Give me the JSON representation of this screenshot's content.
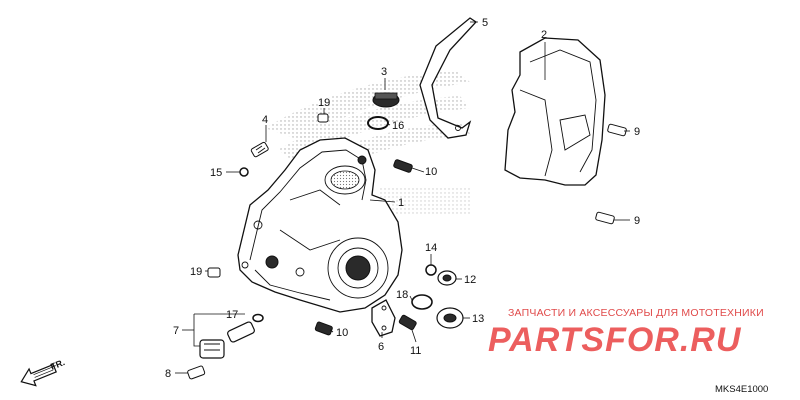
{
  "callouts": [
    {
      "id": "c1",
      "text": "1"
    },
    {
      "id": "c2",
      "text": "2"
    },
    {
      "id": "c3",
      "text": "3"
    },
    {
      "id": "c4",
      "text": "4"
    },
    {
      "id": "c5",
      "text": "5"
    },
    {
      "id": "c6",
      "text": "6"
    },
    {
      "id": "c7",
      "text": "7"
    },
    {
      "id": "c8",
      "text": "8"
    },
    {
      "id": "c9a",
      "text": "9"
    },
    {
      "id": "c9b",
      "text": "9"
    },
    {
      "id": "c10a",
      "text": "10"
    },
    {
      "id": "c10b",
      "text": "10"
    },
    {
      "id": "c11",
      "text": "11"
    },
    {
      "id": "c12",
      "text": "12"
    },
    {
      "id": "c13",
      "text": "13"
    },
    {
      "id": "c14",
      "text": "14"
    },
    {
      "id": "c15",
      "text": "15"
    },
    {
      "id": "c16",
      "text": "16"
    },
    {
      "id": "c17",
      "text": "17"
    },
    {
      "id": "c18",
      "text": "18"
    },
    {
      "id": "c19a",
      "text": "19"
    },
    {
      "id": "c19b",
      "text": "19"
    }
  ],
  "watermark": {
    "tagline": "ЗАПЧАСТИ И АКСЕССУАРЫ ДЛЯ МОТОТЕХНИКИ",
    "logo": "PARTSFOR.RU",
    "color": "#e04a4a"
  },
  "front_marker": "FR.",
  "diagram_code": "MKS4E1000",
  "icons": [
    "front-arrow-icon"
  ]
}
